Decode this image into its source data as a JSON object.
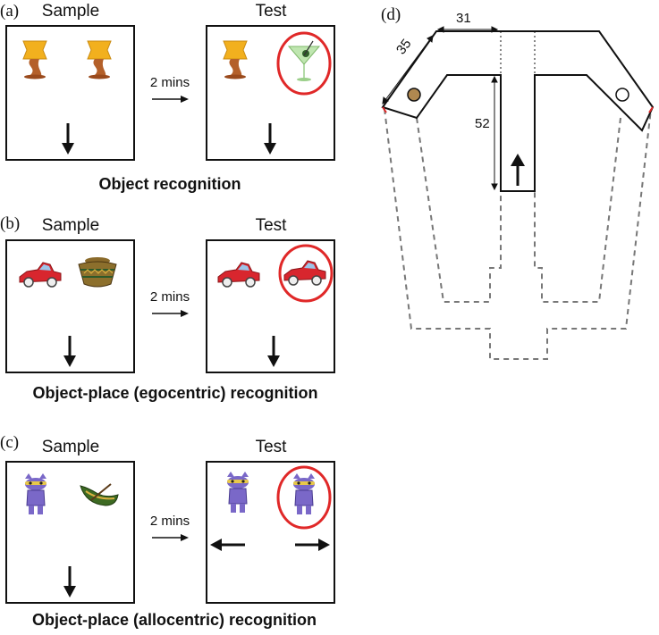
{
  "panels": {
    "a": {
      "label": "(a)",
      "sample_title": "Sample",
      "test_title": "Test",
      "delay": "2 mins",
      "caption": "Object recognition",
      "sample_objects": [
        "lamp-icon",
        "lamp-icon"
      ],
      "test_objects": [
        "lamp-icon",
        "martini-glass-icon"
      ],
      "novel_highlight": "right"
    },
    "b": {
      "label": "(b)",
      "sample_title": "Sample",
      "test_title": "Test",
      "delay": "2 mins",
      "caption": "Object-place (egocentric) recognition",
      "sample_objects": [
        "car-icon",
        "basket-icon"
      ],
      "test_objects": [
        "car-icon",
        "car-icon"
      ],
      "novel_highlight": "right"
    },
    "c": {
      "label": "(c)",
      "sample_title": "Sample",
      "test_title": "Test",
      "delay": "2 mins",
      "caption": "Object-place (allocentric) recognition",
      "sample_objects": [
        "cat-figure-icon",
        "boat-icon"
      ],
      "test_objects": [
        "cat-figure-icon",
        "cat-figure-icon"
      ],
      "novel_highlight": "right"
    },
    "d": {
      "label": "(d)",
      "dimensions": {
        "top_width": "31",
        "arm_length": "35",
        "stem_length": "52"
      }
    }
  },
  "colors": {
    "highlight": "#e02828",
    "outline": "#111111",
    "dashed": "#777777",
    "lamp": "#f0a820",
    "car": "#d8262e",
    "cat": "#7a68c8"
  }
}
